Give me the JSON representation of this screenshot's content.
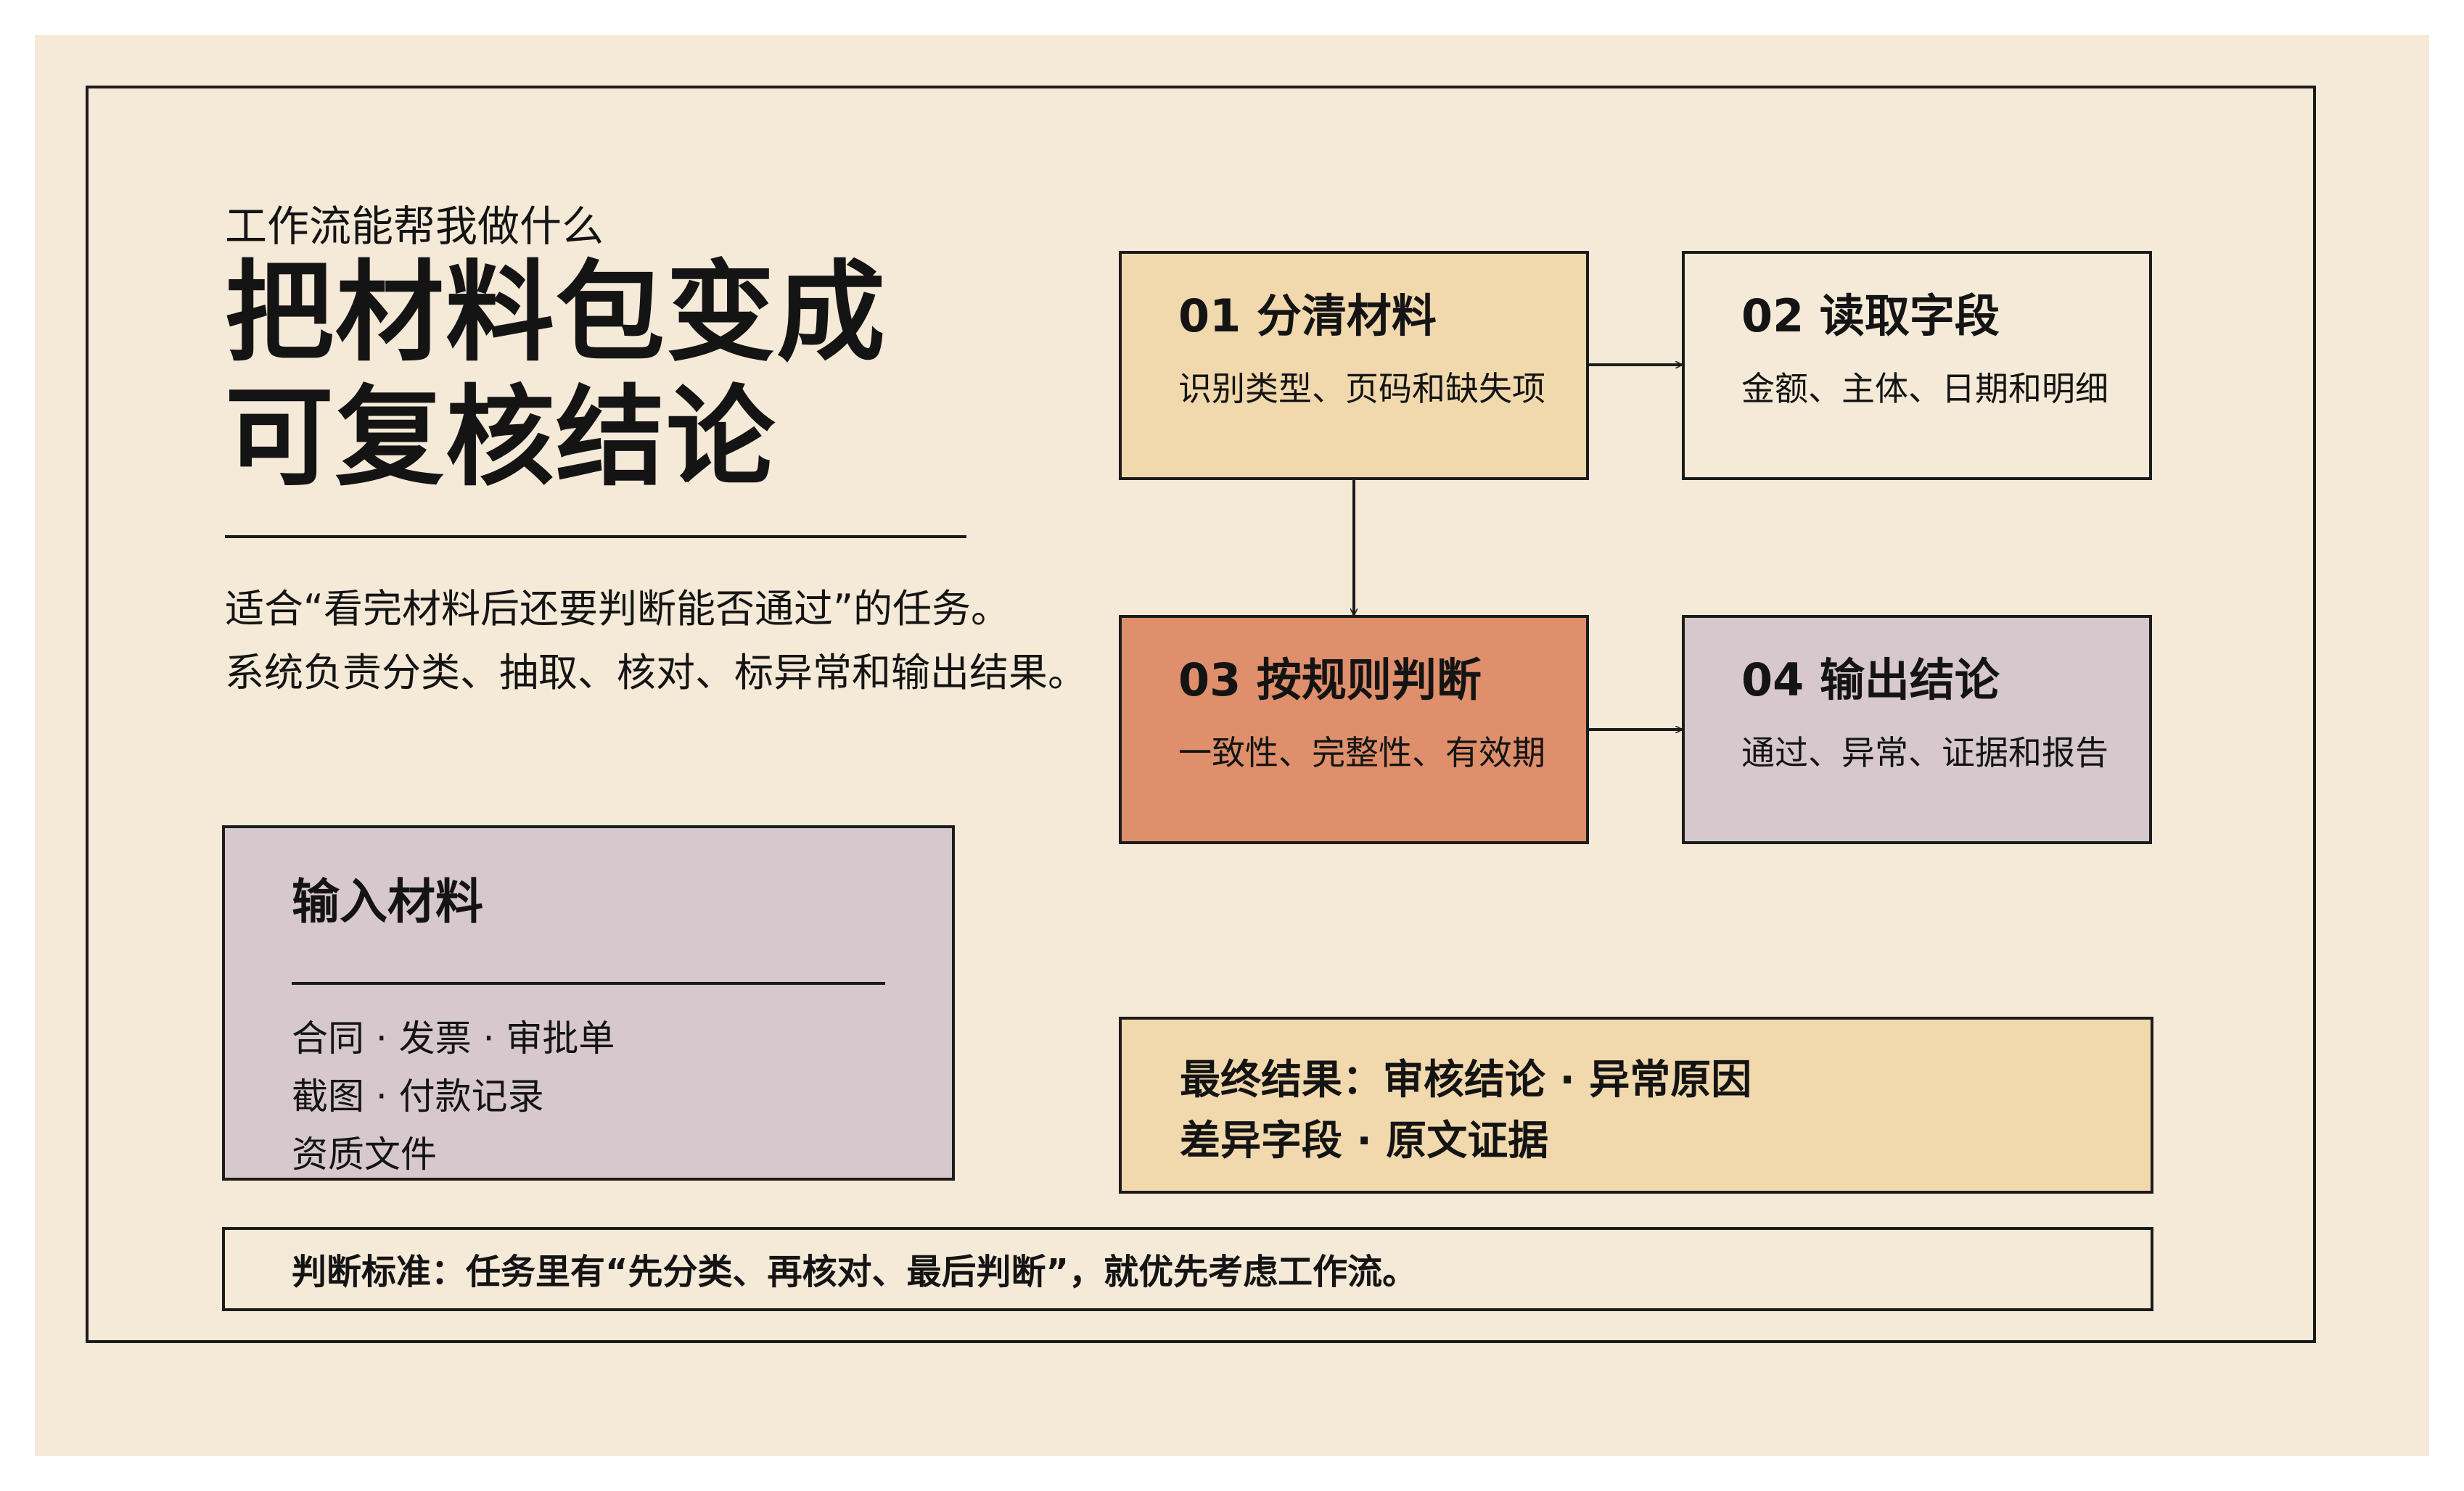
{
  "eyebrow": "工作流能帮我做什么",
  "headline": [
    "把材料包变成",
    "可复核结论"
  ],
  "description": [
    "适合“看完材料后还要判断能否通过”的任务。",
    "系统负责分类、抽取、核对、标异常和输出结果。"
  ],
  "steps": [
    {
      "title": "01 分清材料",
      "subtitle": "识别类型、页码和缺失项",
      "color": "#f1d9ad"
    },
    {
      "title": "02 读取字段",
      "subtitle": "金额、主体、日期和明细",
      "color": "#f5e9d8"
    },
    {
      "title": "03 按规则判断",
      "subtitle": "一致性、完整性、有效期",
      "color": "#df8f6b"
    },
    {
      "title": "04 输出结论",
      "subtitle": "通过、异常、证据和报告",
      "color": "#d6c8cc"
    }
  ],
  "inputs": {
    "title": "输入材料",
    "lines": [
      "合同 · 发票 · 审批单",
      "截图 · 付款记录",
      "资质文件"
    ]
  },
  "final": {
    "lines": [
      "最终结果：审核结论 · 异常原因",
      "差异字段 · 原文证据"
    ]
  },
  "criteria": "判断标准：任务里有“先分类、再核对、最后判断”，就优先考虑工作流。",
  "colors": {
    "background": "#f5e9d8",
    "ink": "#1c1c1c",
    "accent_orange": "#df8f6b",
    "accent_sand": "#f1d9ad",
    "accent_mauve": "#d6c8cc"
  }
}
